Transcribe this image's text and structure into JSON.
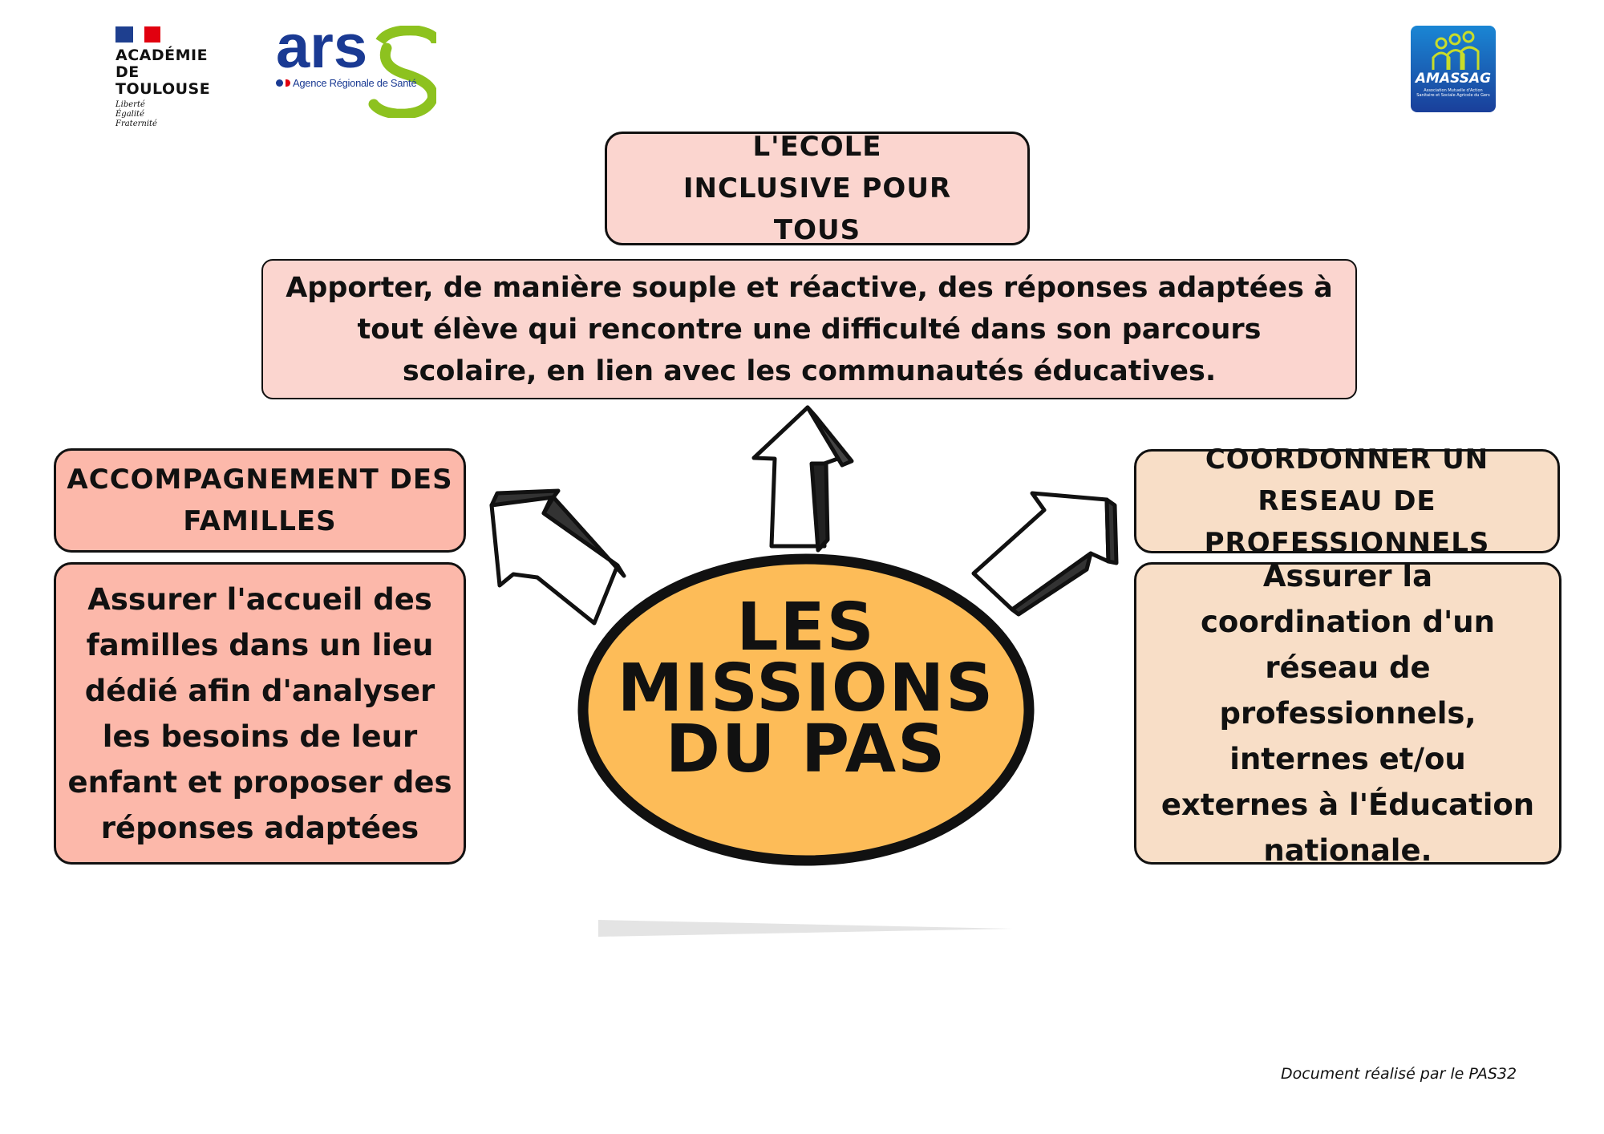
{
  "logos": {
    "academie": {
      "line1": "ACADÉMIE",
      "line2": "DE TOULOUSE",
      "motto": [
        "Liberté",
        "Égalité",
        "Fraternité"
      ]
    },
    "ars": {
      "mark": "ars",
      "name": "Agence Régionale de Santé"
    },
    "amassag": {
      "mark": "AMASSAG",
      "subtitle": "Association Mutuelle d'Action Sanitaire et Sociale Agricole du Gers"
    }
  },
  "center": {
    "label": "LES MISSIONS DU PAS",
    "fill": "#fdbc58"
  },
  "top": {
    "title": "L'ECOLE INCLUSIVE POUR TOUS",
    "description": "Apporter, de manière souple et réactive, des réponses adaptées à tout élève qui rencontre une difficulté dans son parcours scolaire, en lien avec les communautés éducatives.",
    "fill": "#fbd5cf"
  },
  "left": {
    "title": "ACCOMPAGNEMENT DES FAMILLES",
    "description": "Assurer l'accueil des familles dans un lieu dédié afin d'analyser les besoins de leur enfant et proposer des réponses adaptées",
    "fill": "#fcb8aa"
  },
  "right": {
    "title": "COORDONNER UN RESEAU DE PROFESSIONNELS",
    "description": "Assurer la coordination d'un réseau de professionnels, internes et/ou externes à l'Éducation nationale.",
    "fill": "#f8dec7"
  },
  "footer": "Document réalisé par le PAS32"
}
